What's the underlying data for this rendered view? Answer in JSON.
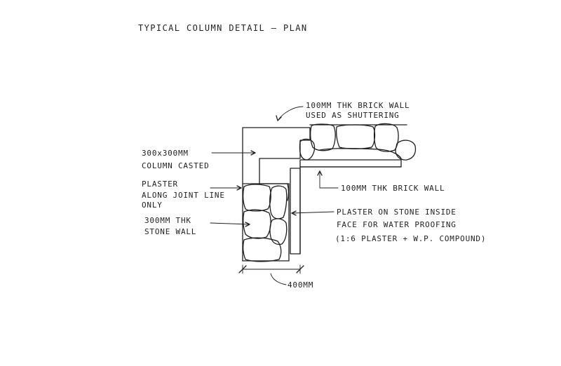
{
  "title": "TYPICAL COLUMN DETAIL — PLAN",
  "labels": {
    "brick_shutter_1": "100MM THK BRICK WALL",
    "brick_shutter_2": "USED AS SHUTTERING",
    "column_1": "300x300MM",
    "column_2": "COLUMN CASTED",
    "plaster_1": "PLASTER",
    "plaster_2": "ALONG JOINT LINE",
    "plaster_3": "ONLY",
    "stone_1": "300MM THK",
    "stone_2": "STONE WALL",
    "brick_wall": "100MM THK BRICK WALL",
    "wp_1": "PLASTER ON STONE INSIDE",
    "wp_2": "FACE FOR WATER PROOFING",
    "wp_3": "(1:6 PLASTER + W.P. COMPOUND)",
    "dim": "400MM"
  },
  "colors": {
    "ink": "#1e1e1e",
    "hatch": "#555555",
    "paper": "#ffffff"
  }
}
